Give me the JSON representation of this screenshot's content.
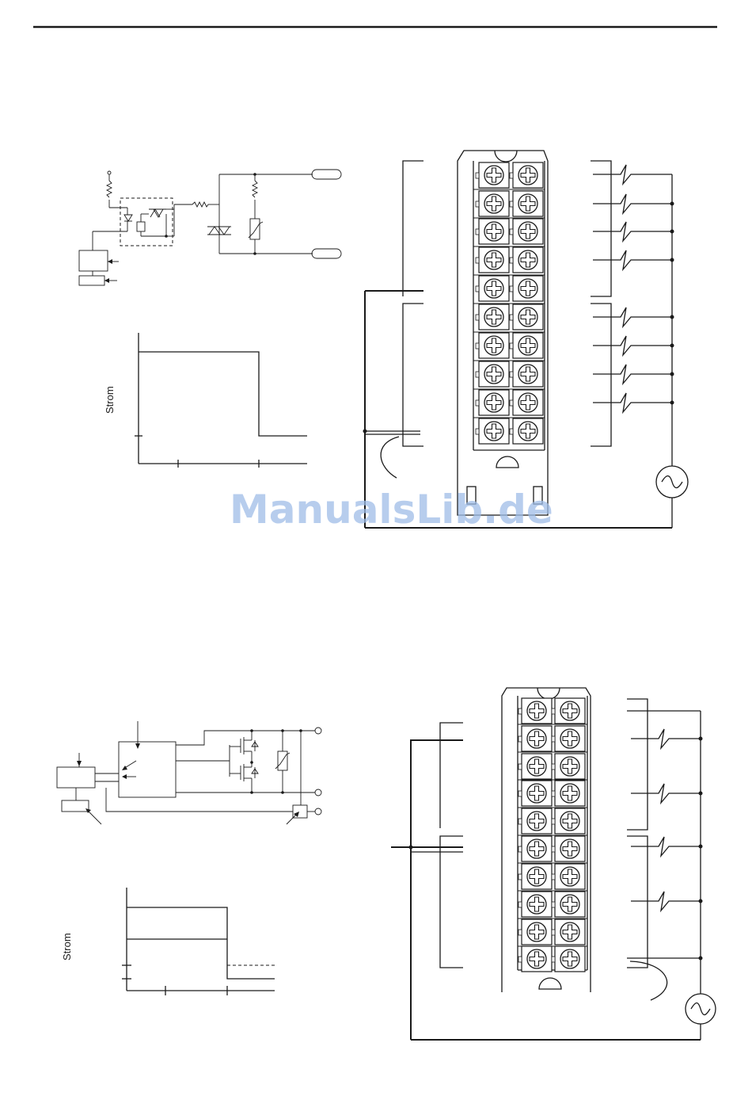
{
  "top_diagram": {
    "graph_ylabel": "Strom"
  },
  "bottom_diagram": {
    "graph_ylabel": "Strom"
  },
  "watermark": "ManualsLib.de"
}
